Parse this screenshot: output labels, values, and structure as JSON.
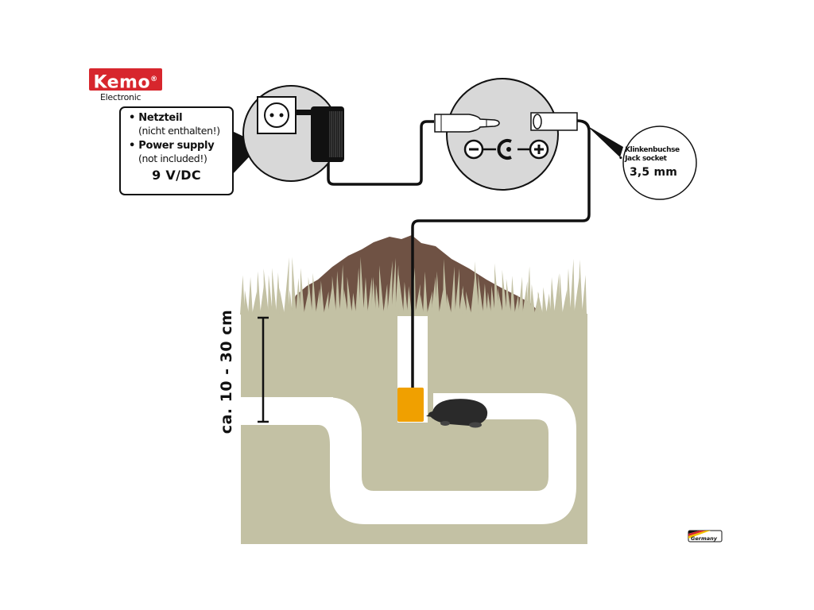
{
  "logo": {
    "brand": "Kemo",
    "registered": "®",
    "subtitle": "Electronic",
    "brand_color": "#d7262d"
  },
  "power_supply_box": {
    "de_title": "• Netzteil",
    "de_note": "(nicht enthalten!)",
    "en_title": "• Power supply",
    "en_note": "(not included!)",
    "voltage": "9 V/DC"
  },
  "jack_label": {
    "de": "• Klinkenbuchse",
    "en": "• Jack socket",
    "size": "3,5 mm"
  },
  "polarity": {
    "minus": "−",
    "center": "C",
    "plus": "+"
  },
  "depth": {
    "label": "ca. 10 - 30 cm"
  },
  "badge": {
    "country": "Germany"
  },
  "colors": {
    "soil": "#c3c1a4",
    "molehill": "#6f5244",
    "tunnel": "#ffffff",
    "device": "#f0a000",
    "mole": "#2a2a2a",
    "circle_fill": "#d8d8d8",
    "cable": "#111111"
  }
}
